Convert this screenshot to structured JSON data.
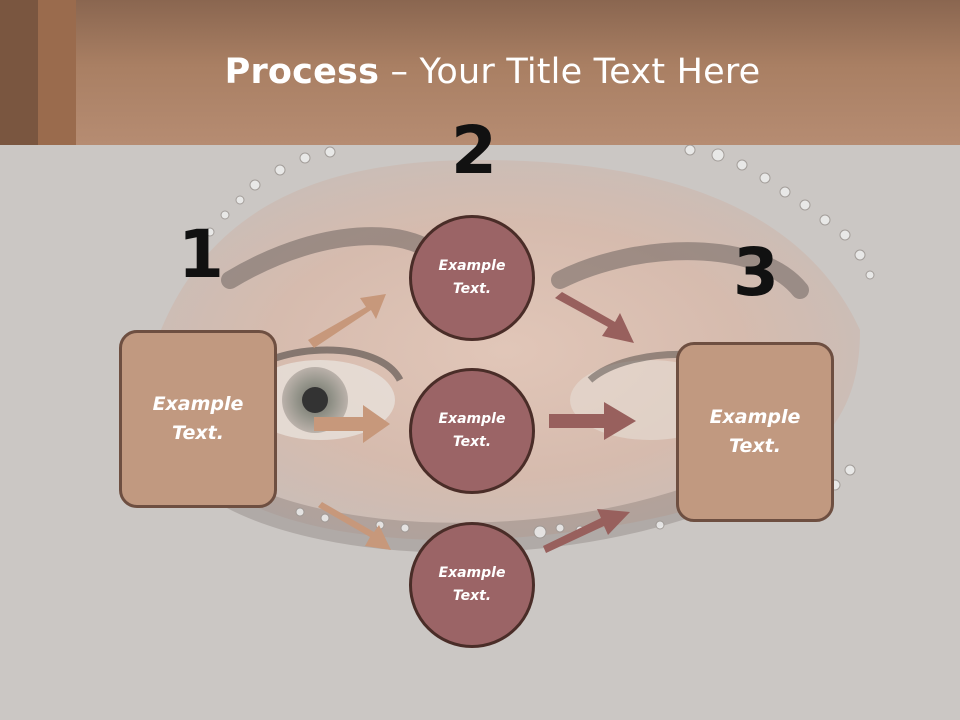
{
  "title": {
    "bold": "Process",
    "rest": " – Your Title Text Here"
  },
  "steps": [
    {
      "number": "1",
      "text_line1": "Example",
      "text_line2": "Text."
    },
    {
      "number": "2"
    },
    {
      "number": "3",
      "text_line1": "Example",
      "text_line2": "Text."
    }
  ],
  "circles": [
    {
      "line1": "Example",
      "line2": "Text."
    },
    {
      "line1": "Example",
      "line2": "Text."
    },
    {
      "line1": "Example",
      "line2": "Text."
    }
  ],
  "colors": {
    "header": "#b68c72",
    "box_fill": "#c19980",
    "circle_fill": "#9b6466",
    "arrow_left": "#c7987b",
    "arrow_right": "#98605d"
  }
}
